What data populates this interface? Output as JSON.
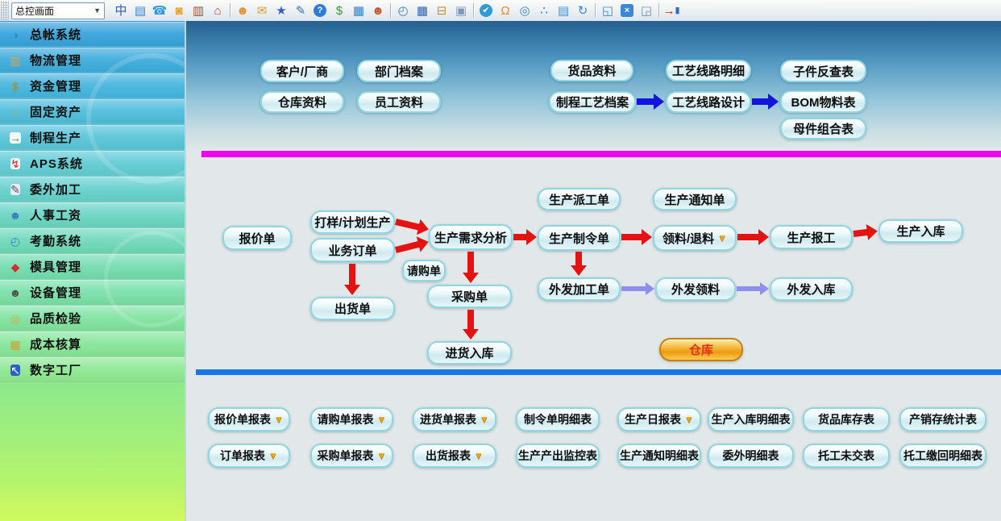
{
  "toolbar": {
    "view_selector": {
      "value": "总控画面"
    },
    "icon_groups": [
      [
        "language",
        "remote-desktop",
        "phone",
        "lock",
        "briefcase",
        "home"
      ],
      [
        "users",
        "mail",
        "favorites-book",
        "pin",
        "help",
        "dollar",
        "cart",
        "customer-account"
      ],
      [
        "report-clock",
        "calculator",
        "archive-box",
        "copy"
      ],
      [
        "approve-check",
        "alert-bell",
        "document-search",
        "org-chart",
        "monitor-cursor",
        "refresh"
      ],
      [
        "restore-window",
        "close-window",
        "cascade-windows"
      ],
      [
        "exit-door"
      ]
    ]
  },
  "sidebar": {
    "items": [
      {
        "id": "general-ledger",
        "label": "总帐系统",
        "icon": "ledger-globe"
      },
      {
        "id": "logistics",
        "label": "物流管理",
        "icon": "logistics-truck"
      },
      {
        "id": "funds",
        "label": "资金管理",
        "icon": "money-bag"
      },
      {
        "id": "fixed-assets",
        "label": "固定资产",
        "icon": "assets"
      },
      {
        "id": "process-production",
        "label": "制程生产",
        "icon": "process-doc"
      },
      {
        "id": "aps",
        "label": "APS系统",
        "icon": "aps-chart"
      },
      {
        "id": "outsourcing",
        "label": "委外加工",
        "icon": "outsource-tool"
      },
      {
        "id": "hr-payroll",
        "label": "人事工资",
        "icon": "hr-person"
      },
      {
        "id": "attendance",
        "label": "考勤系统",
        "icon": "attendance-clock"
      },
      {
        "id": "mold",
        "label": "模具管理",
        "icon": "mold-cube"
      },
      {
        "id": "equipment",
        "label": "设备管理",
        "icon": "equipment-person"
      },
      {
        "id": "quality",
        "label": "品质检验",
        "icon": "quality-search"
      },
      {
        "id": "costing",
        "label": "成本核算",
        "icon": "cost-calculator"
      },
      {
        "id": "digital-factory",
        "label": "数字工厂",
        "icon": "digital-cursor"
      }
    ]
  },
  "main": {
    "colors": {
      "magenta_line": "#EE00EE",
      "blue_line": "#1877E8",
      "red_arrow": "#E51212",
      "purple_arrow": "#8E8EF0",
      "blue_arrow": "#1414E0",
      "warehouse_orange": "#F0A01C",
      "button_border": "#8ED6E2"
    },
    "masters": [
      {
        "id": "customer-vendor",
        "label": "客户/厂商"
      },
      {
        "id": "department-files",
        "label": "部门档案"
      },
      {
        "id": "warehouse-data",
        "label": "仓库资料"
      },
      {
        "id": "employee-data",
        "label": "员工资料"
      },
      {
        "id": "goods-data",
        "label": "货品资料"
      },
      {
        "id": "process-craft-files",
        "label": "制程工艺档案"
      },
      {
        "id": "craft-route-detail",
        "label": "工艺线路明细"
      },
      {
        "id": "craft-route-design",
        "label": "工艺线路设计"
      },
      {
        "id": "subpart-lookup",
        "label": "子件反查表"
      },
      {
        "id": "bom-material",
        "label": "BOM物料表"
      },
      {
        "id": "parent-combination",
        "label": "母件组合表"
      }
    ],
    "flow": [
      {
        "id": "quotation",
        "label": "报价单"
      },
      {
        "id": "sample-plan-production",
        "label": "打样/计划生产"
      },
      {
        "id": "business-order",
        "label": "业务订单"
      },
      {
        "id": "shipment-order",
        "label": "出货单"
      },
      {
        "id": "production-demand-analysis",
        "label": "生产需求分析"
      },
      {
        "id": "purchase-request",
        "label": "请购单"
      },
      {
        "id": "purchase-order",
        "label": "采购单"
      },
      {
        "id": "goods-receipt",
        "label": "进货入库"
      },
      {
        "id": "production-dispatch",
        "label": "生产派工单"
      },
      {
        "id": "production-notice",
        "label": "生产通知单"
      },
      {
        "id": "production-work-order",
        "label": "生产制令单"
      },
      {
        "id": "material-issue-return",
        "label": "领料/退料",
        "dropdown": true
      },
      {
        "id": "production-report",
        "label": "生产报工"
      },
      {
        "id": "production-warehouse-in",
        "label": "生产入库"
      },
      {
        "id": "outsource-process-order",
        "label": "外发加工单"
      },
      {
        "id": "outsource-material-issue",
        "label": "外发领料"
      },
      {
        "id": "outsource-warehouse-in",
        "label": "外发入库"
      },
      {
        "id": "warehouse",
        "label": "仓库",
        "variant": "orange"
      }
    ],
    "reports_row1": [
      {
        "id": "quotation-report",
        "label": "报价单报表",
        "dropdown": true
      },
      {
        "id": "purchase-request-report",
        "label": "请购单报表",
        "dropdown": true
      },
      {
        "id": "goods-receipt-report",
        "label": "进货单报表",
        "dropdown": true
      },
      {
        "id": "work-order-detail-report",
        "label": "制令单明细表"
      },
      {
        "id": "production-daily-report",
        "label": "生产日报表",
        "dropdown": true
      },
      {
        "id": "production-warehouse-detail-report",
        "label": "生产入库明细表"
      },
      {
        "id": "goods-inventory-report",
        "label": "货品库存表"
      },
      {
        "id": "production-sales-inventory-report",
        "label": "产销存统计表"
      }
    ],
    "reports_row2": [
      {
        "id": "order-report",
        "label": "订单报表",
        "dropdown": true
      },
      {
        "id": "purchase-order-report",
        "label": "采购单报表",
        "dropdown": true
      },
      {
        "id": "shipment-report",
        "label": "出货报表",
        "dropdown": true
      },
      {
        "id": "production-output-monitor-report",
        "label": "生产产出监控表"
      },
      {
        "id": "production-notice-detail-report",
        "label": "生产通知明细表"
      },
      {
        "id": "outsource-detail-report",
        "label": "委外明细表"
      },
      {
        "id": "consign-undelivered-report",
        "label": "托工未交表"
      },
      {
        "id": "consign-return-detail-report",
        "label": "托工缴回明细表"
      }
    ]
  }
}
